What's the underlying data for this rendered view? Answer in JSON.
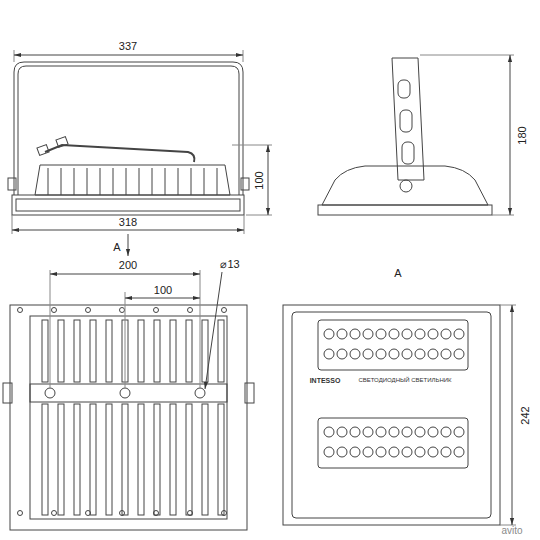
{
  "diagram": {
    "labels": [
      "337",
      "100",
      "318",
      "A",
      "180",
      "200",
      "100",
      "⌀13",
      "A",
      "242",
      "INTESSO",
      "СВЕТОДИОДНЫЙ СВЕТИЛЬНИК",
      "avito"
    ]
  }
}
